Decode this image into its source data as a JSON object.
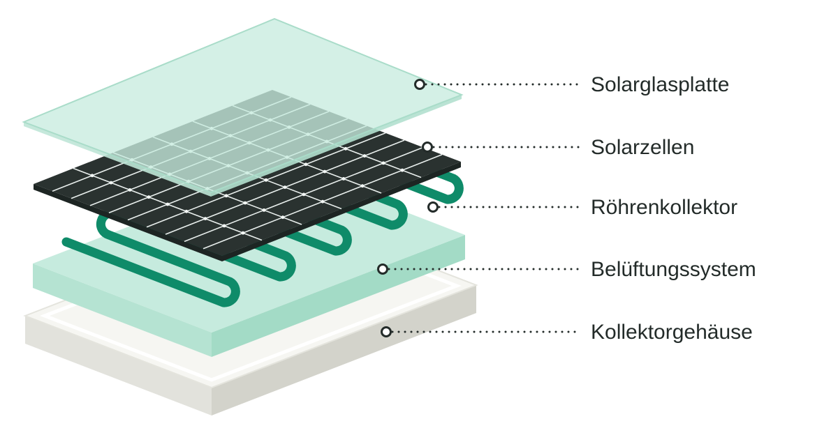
{
  "labels": {
    "glass": "Solarglasplatte",
    "cells": "Solarzellen",
    "tubes": "Röhrenkollektor",
    "ventilation": "Belüftungssystem",
    "housing": "Kollektorgehäuse"
  },
  "colors": {
    "glass_fill": "#cdeee2",
    "glass_edge": "#a8dcc8",
    "cell_panel": "#2b3331",
    "cell_grid": "#eef3f1",
    "tube": "#0d8a68",
    "ventilation_top": "#c4eadd",
    "ventilation_side": "#a9dfcb",
    "housing_top": "#f6f6f3",
    "housing_side": "#dcdcd5",
    "text": "#232b29"
  }
}
